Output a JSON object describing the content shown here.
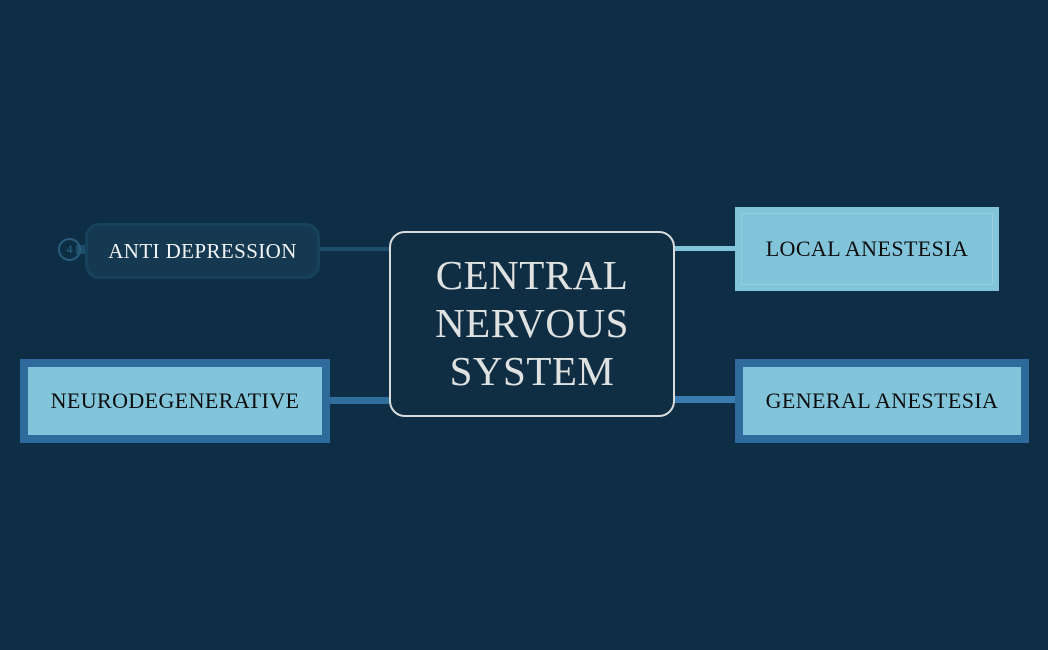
{
  "diagram": {
    "title": "Central Nervous System mind map",
    "background_color": "#0e2e45",
    "central": {
      "label": "CENTRAL\nNERVOUS\nSYSTEM",
      "text_color": "#dfe2e0",
      "fill_color": "#102e43",
      "border_color": "#d9dcdb"
    },
    "nodes": [
      {
        "id": "anti-depression",
        "label": "ANTI DEPRESSION",
        "position": "top-left",
        "style": "dark-rounded",
        "fill_color": "#143950",
        "text_color": "#f2f4f5",
        "badge": "4",
        "connector_color": "#1d4e6b"
      },
      {
        "id": "neurodegenerative",
        "label": "NEURODEGENERATIVE",
        "position": "bottom-left",
        "style": "framed",
        "fill_color": "#82c4da",
        "border_color": "#2e6a9b",
        "text_color": "#0b0c0d",
        "connector_color": "#2e6f9e"
      },
      {
        "id": "local-anestesia",
        "label": "LOCAL ANESTESIA",
        "position": "top-right",
        "style": "plain",
        "fill_color": "#82c4da",
        "text_color": "#0b0c0d",
        "connector_color": "#82c4da"
      },
      {
        "id": "general-anestesia",
        "label": "GENERAL ANESTESIA",
        "position": "bottom-right",
        "style": "framed",
        "fill_color": "#82c4da",
        "border_color": "#2e6a9b",
        "text_color": "#0b0c0d",
        "connector_color": "#3a7cb0"
      }
    ]
  }
}
